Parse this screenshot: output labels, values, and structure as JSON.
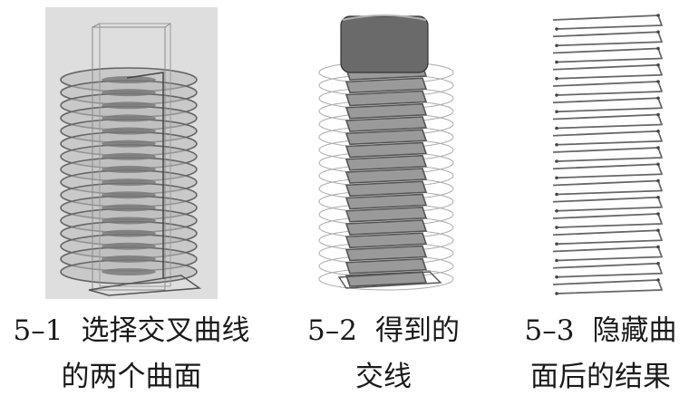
{
  "figures": [
    {
      "number": "5–1",
      "line1": "选择交叉曲线",
      "line2": "的两个曲面"
    },
    {
      "number": "5–2",
      "line1": "得到的",
      "line2": "交线"
    },
    {
      "number": "5–3",
      "line1": "隐藏曲",
      "line2": "面后的结果"
    }
  ],
  "colors": {
    "background": "#ffffff",
    "panel_background": "#dcdcdc",
    "surface_fill": "#b8b8b8",
    "curve_stroke": "#666666",
    "box_fill": "#6a6a6a"
  }
}
